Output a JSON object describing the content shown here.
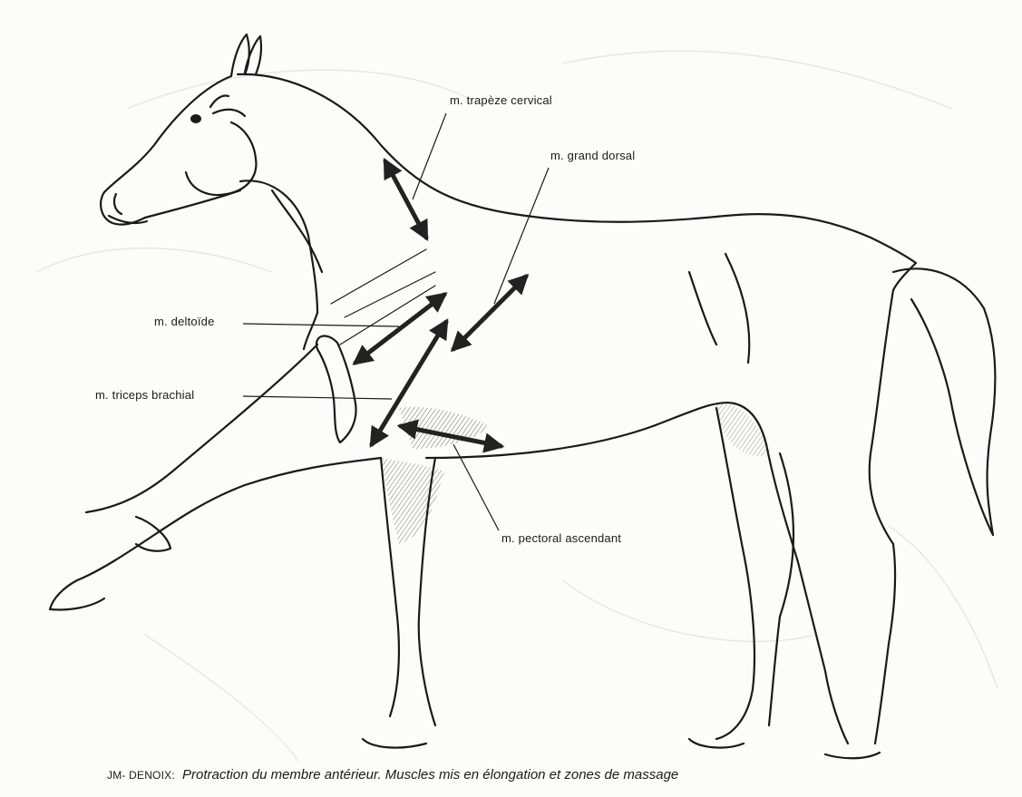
{
  "labels": {
    "trapeze": "m. trapèze cervical",
    "grand_dorsal": "m. grand dorsal",
    "deltoide": "m. deltoïde",
    "triceps": "m. triceps brachial",
    "pectoral": "m. pectoral ascendant"
  },
  "caption": {
    "author": "JM- DENOIX:",
    "text": "Protraction du membre antérieur. Muscles mis en élongation et zones de massage"
  },
  "colors": {
    "line": "#1a1a1a",
    "arrow": "#222222",
    "background": "#fcfcfb"
  }
}
